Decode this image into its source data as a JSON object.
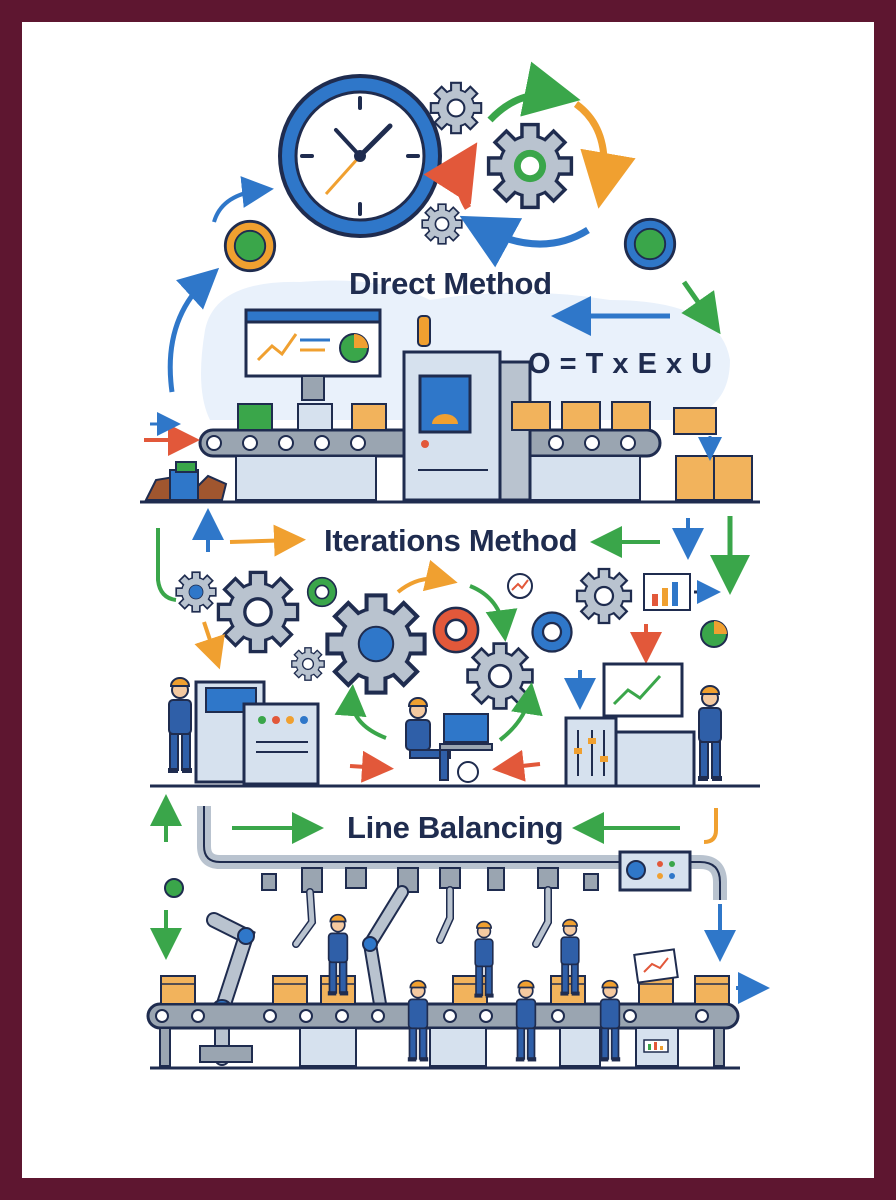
{
  "sections": {
    "direct": {
      "title": "Direct Method",
      "formula": "O = T x E x U"
    },
    "iterations": {
      "title": "Iterations Method"
    },
    "line": {
      "title": "Line Balancing"
    }
  },
  "colors": {
    "frame": "#5e1630",
    "navy": "#1f2c4f",
    "blue": "#2f77c9",
    "green": "#3aa64a",
    "orange": "#f0a030",
    "red": "#e2583a",
    "gray": "#9aa5b1",
    "box": "#f2b35c"
  },
  "icons": [
    "clock-icon",
    "gear-icon",
    "conveyor-belt-icon",
    "machine-icon",
    "box-icon",
    "worker-icon",
    "robot-arm-icon",
    "monitor-chart-icon",
    "arrow-icon"
  ]
}
